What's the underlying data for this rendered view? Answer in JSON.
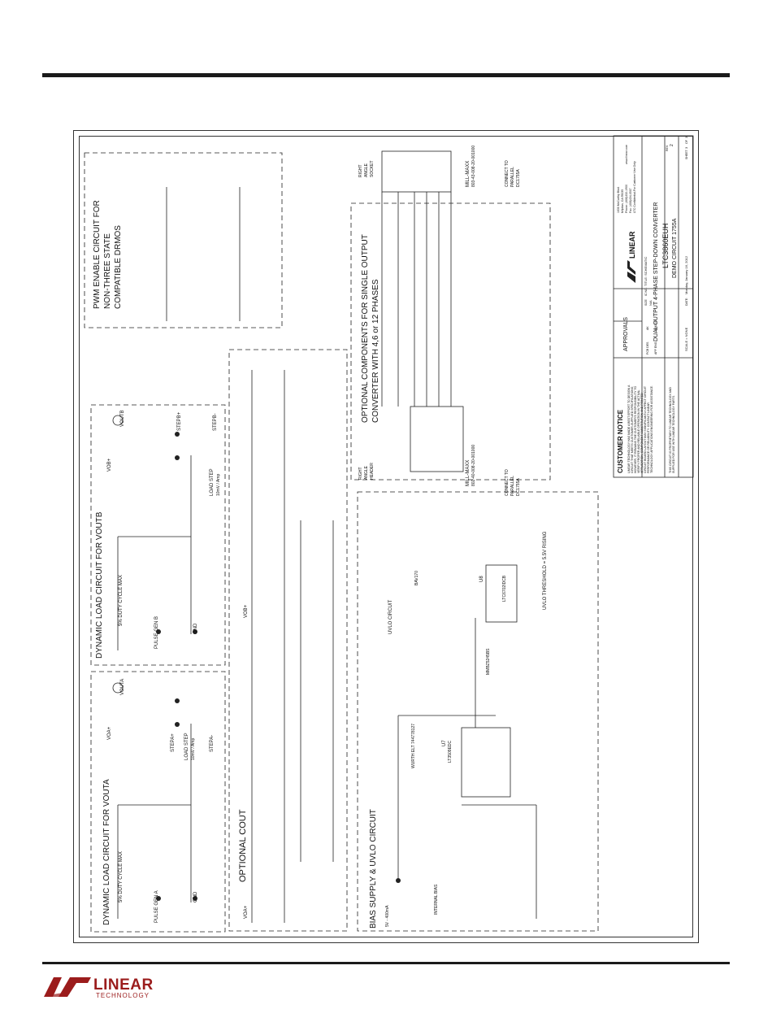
{
  "logo": {
    "wordmark": "LINEAR",
    "tagline": "TECHNOLOGY"
  },
  "sections": {
    "pwm_enable": [
      "PWM ENABLE CIRCUIT FOR",
      "NON-THREE STATE",
      "COMPATIBLE DRMOS"
    ],
    "dyn_load_b": "DYNAMIC LOAD CIRCUIT FOR VOUTB",
    "dyn_load_a": "DYNAMIC LOAD CIRCUIT FOR VOUTA",
    "duty_b": "5% DUTY CYCLE MAX",
    "duty_a": "5% DUTY CYCLE MAX",
    "optional_components": [
      "OPTIONAL COMPONENTS FOR SINGLE OUTPUT",
      "CONVERTER WITH 4,6 or 12 PHASES"
    ],
    "optional_cout": "OPTIONAL COUT",
    "bias_supply": "BIAS SUPPLY & UVLO CIRCUIT"
  },
  "labels": {
    "pulse_gen_b": "PULSE GEN B",
    "pulse_gen_a": "PULSE GEN A",
    "gnd": "GND",
    "voutb": "VOUTB",
    "vouta": "VOUTA",
    "stepb_p": "STEPB+",
    "stepb_m": "STEPB-",
    "stepa_p": "STEPA+",
    "stepa_m": "STEPA-",
    "load_step": "LOAD STEP",
    "load_step_val": "10mV / Amp",
    "vob_p": "VOB+",
    "voa_p": "VOA+",
    "right_angle_header": [
      "RIGHT",
      "ANGLE",
      "HEADER"
    ],
    "right_angle_socket": [
      "RIGHT",
      "ANGLE",
      "SOCKET"
    ],
    "connector_j9": "MILL-MAXX",
    "connector_j10": "MILL-MAXX",
    "pn_j9": "802-40-008-20-001000",
    "pn_j10": "803-43-008-20-001000",
    "connect_to_parallel": [
      "CONNECT TO",
      "PARALLEL",
      "DC1755A"
    ],
    "uvlo_circuit": "UVLO CIRCUIT",
    "uvlo_threshold": "UVLO THRESHOLD = 5.5V RISING",
    "internal_bias": "INTERNAL BIAS",
    "bias_input": "5V - 400mA",
    "wurth": "WURTH ELT 744778127",
    "u7": "U7",
    "u7_part": "LT3509EDC",
    "u8": "U8",
    "u8_part": "LTC6702IDCB",
    "d2": "MMBZ5245BS",
    "d1": "BAV170"
  },
  "title_block": {
    "customer_notice": "CUSTOMER NOTICE",
    "notice_lines": [
      "LINEAR TECHNOLOGY HAS MADE A BEST EFFORT TO DESIGN A",
      "CIRCUIT THAT MEETS CUSTOMER-SUPPLIED SPECIFICATIONS;",
      "HOWEVER, IT REMAINS THE CUSTOMER'S RESPONSIBILITY TO",
      "VERIFY PROPER AND RELIABLE OPERATION IN THE ACTUAL",
      "APPLICATION. COMPONENT SUBSTITUTION AND PRINTED",
      "CIRCUIT BOARD LAYOUT MAY SIGNIFICANTLY AFFECT CIRCUIT",
      "PERFORMANCE OR RELIABILITY. CONTACT LINEAR",
      "TECHNOLOGY APPLICATIONS ENGINEERING FOR ASSISTANCE."
    ],
    "notice_footer": [
      "THIS CIRCUIT IS PROPRIETARY TO LINEAR TECHNOLOGY AND",
      "SUPPLIED FOR USE WITH LINEAR TECHNOLOGY PARTS."
    ],
    "approvals": "APPROVALS",
    "pcb_des": "PCB DES.",
    "pcb_des_val": "AK",
    "app_eng": "APP ENG.",
    "app_eng_val": "MIKE E.",
    "title_label": "TITLE: SCHEMATIC",
    "title": "DUAL OUTPUT 4-PHASE STEP-DOWN CONVERTER",
    "part": "LTC3860EUH",
    "demo": "DEMO CIRCUIT 1755A",
    "size_label": "SIZE",
    "size": "N/A",
    "ic_no_label": "IC NO.",
    "rev_label": "REV.",
    "rev": "2",
    "date_label": "DATE:",
    "date": "Monday, January 16, 2012",
    "scale": "SCALE = NONE",
    "sheet": "SHEET",
    "sheet_no": "3",
    "of": "OF",
    "sheet_total": "3",
    "address": [
      "1630 McCarthy Blvd.",
      "Milpitas, CA 95035",
      "Phone: (408)432-1900",
      "Fax: (408)434-0507"
    ],
    "web": "www.linear.com",
    "confidential": "LTC Confidential-For Customer Use Only"
  }
}
